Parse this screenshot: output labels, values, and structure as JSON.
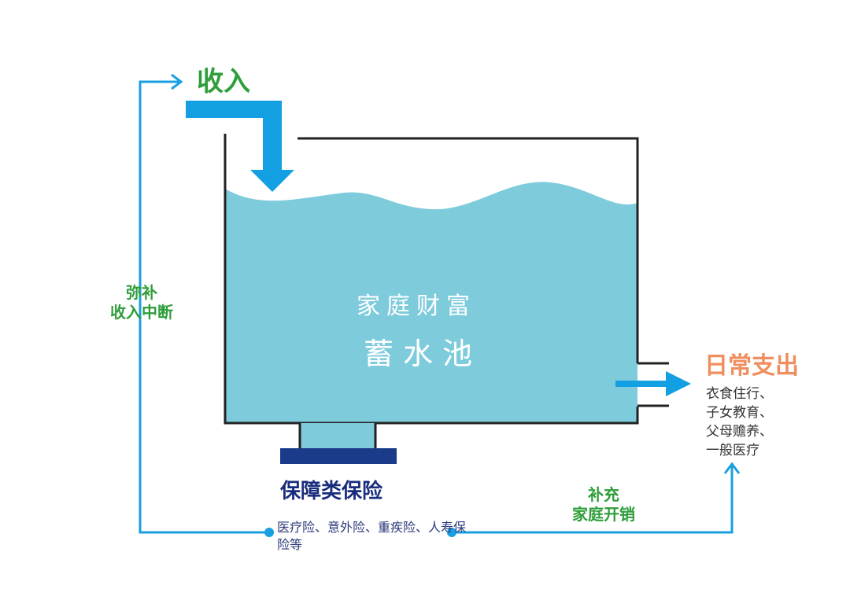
{
  "income_label": "收入",
  "pool": {
    "title": "家庭财富",
    "name": "蓄水池"
  },
  "expense": {
    "label": "日常支出",
    "items": [
      "衣食住行、",
      "子女教育、",
      "父母赡养、",
      "一般医疗"
    ]
  },
  "insurance": {
    "label": "保障类保险",
    "desc": "医疗险、意外险、重疾险、人寿保险等"
  },
  "left_note": {
    "line1": "弥补",
    "line2": "收入中断"
  },
  "bottom_note": {
    "line1": "补充",
    "line2": "家庭开销"
  },
  "colors": {
    "water": "#7ecbdc",
    "arrow_blue": "#12a0e2",
    "line_blue": "#1aa0e0",
    "insurance_bar": "#1a3a8a",
    "tank_outline": "#222222",
    "green_text": "#2e9e3a",
    "orange_text": "#ef8e5e"
  }
}
